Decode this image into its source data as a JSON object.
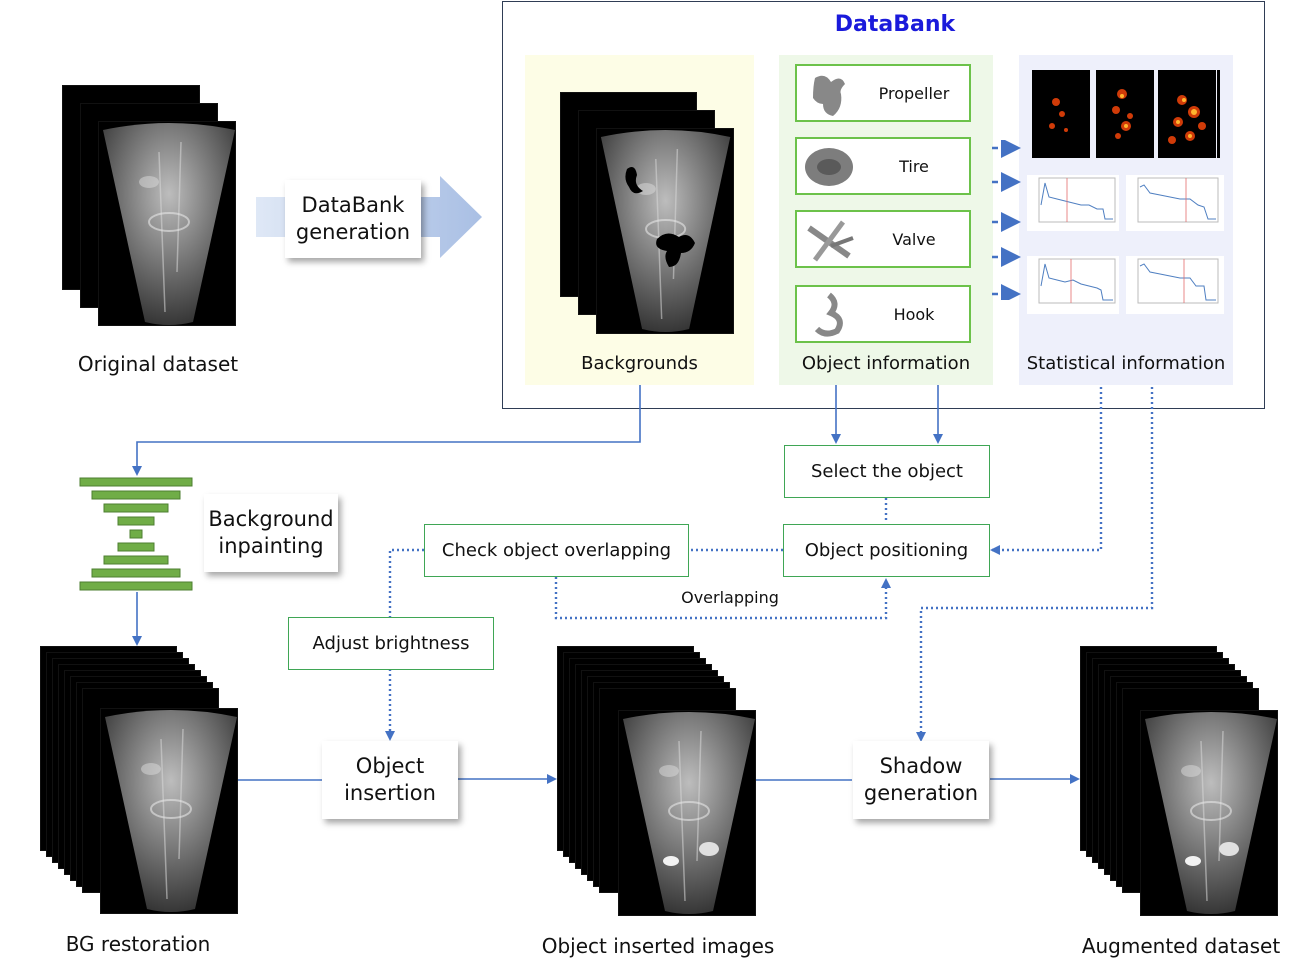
{
  "databank": {
    "title": "DataBank",
    "panels": {
      "backgrounds": "Backgrounds",
      "object_information": "Object information",
      "statistical_information": "Statistical information"
    },
    "objects": [
      "Propeller",
      "Tire",
      "Valve",
      "Hook"
    ]
  },
  "datasets": {
    "original": "Original dataset",
    "bg_restoration": "BG restoration",
    "object_inserted": "Object inserted images",
    "augmented": "Augmented dataset"
  },
  "process": {
    "databank_generation": "DataBank generation",
    "background_inpainting": "Background inpainting",
    "select_object": "Select the object",
    "object_positioning": "Object positioning",
    "check_overlapping": "Check object overlapping",
    "overlapping_label": "Overlapping",
    "adjust_brightness": "Adjust brightness",
    "object_insertion": "Object insertion",
    "shadow_generation": "Shadow generation"
  },
  "colors": {
    "databank_title": "#1a1adb",
    "arrow": "#4472c4",
    "green_border": "#3fa655",
    "inpaint_bars": "#70ad47",
    "backgrounds_panel": "#fdfde6",
    "object_panel": "#eef8e8",
    "statistics_panel": "#eef0fb"
  },
  "icons": [
    "sonar-image-icon",
    "propeller-icon",
    "tire-icon",
    "valve-icon",
    "hook-icon",
    "heatmap-icon",
    "line-plot-icon"
  ]
}
